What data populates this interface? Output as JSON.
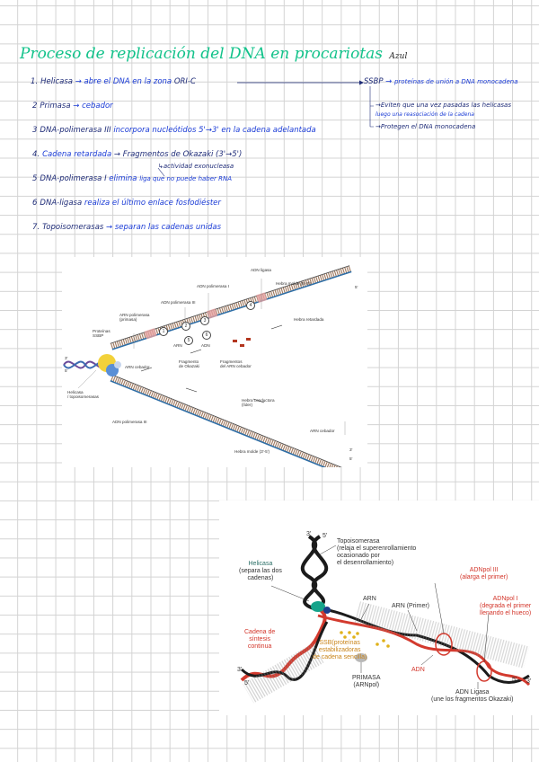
{
  "title": "Proceso de replicación del DNA en procariotas",
  "title_note": "Azul",
  "steps": [
    {
      "num": "1.",
      "term": "Helicasa",
      "desc": "abre el DNA en la zona",
      "extra": "ORI-C"
    },
    {
      "num": "2",
      "term": "Primasa",
      "desc": "cebador"
    },
    {
      "num": "3",
      "term": "DNA-polimerasa III",
      "desc": "incorpora nucleótidos 5'→3' en la cadena adelantada"
    },
    {
      "num": "4.",
      "term": "Cadena retardada",
      "desc": "Fragmentos de Okazaki (3'→5')"
    },
    {
      "num": "5",
      "term": "DNA-polimerasa I",
      "desc": "elimina",
      "extra": "liga que no puede haber RNA"
    },
    {
      "num": "6",
      "term": "DNA-ligasa",
      "desc": "realiza el último enlace fosfodiéster"
    },
    {
      "num": "7.",
      "term": "Topoisomerasas",
      "desc": "separan las cadenas unidas"
    }
  ],
  "step4_note": "actividad exonucleasa",
  "ssbp": {
    "term": "SSBP",
    "desc": "proteínas de unión a DNA monocadena",
    "note1": "Eviten que una vez pasadas las helicasas",
    "note2": "luego una reasociación de la cadena",
    "note3": "Protegen el DNA monocadena"
  },
  "fig1": {
    "labels": {
      "adn_ligasa": "ADN ligasa",
      "hebra_molde_top": "Hebra molde (5'-3')",
      "adn_pol_1": "ADN polimerasa I",
      "adn_pol_3_top": "ADN polimerasa III",
      "arn_pol": "ARN polimerasa",
      "primasa": "(primasa)",
      "hebra_retardada": "Hebra retardada",
      "proteinas": "Proteínas",
      "ssbp": "SSBP",
      "arn": "ARN",
      "adn": "ADN",
      "arn_cebador": "ARN cebador",
      "fragmento": "Fragmento",
      "de_okazaki": "de Okazaki",
      "fragmentos": "Fragmentos",
      "del_arn_cebador": "del ARN cebador",
      "helicasa": "Helicasa",
      "topoisomerasas": "/ topoisomerasas",
      "hebra_conductora": "Hebra conductora",
      "lider": "(líder)",
      "adn_pol_3_bottom": "ADN polimerasa III",
      "arn_cebador_bottom": "ARN cebador",
      "hebra_molde_bottom": "Hebra molde (3'-5')",
      "three_prime": "3'",
      "five_prime": "5'",
      "n1": "1",
      "n2": "2",
      "n3": "3",
      "n4": "4",
      "n5": "5",
      "n6": "6"
    }
  },
  "fig2": {
    "labels": {
      "topoisomerasa_1": "Topoisomerasa",
      "topoisomerasa_2": "(relaja el superenrollamiento",
      "topoisomerasa_3": "ocasionado por",
      "topoisomerasa_4": "el desenrollamiento)",
      "helicasa_1": "Helicasa",
      "helicasa_2": "(separa las dos",
      "helicasa_3": "cadenas)",
      "arn": "ARN",
      "arn_primer": "ARN (Primer)",
      "adnpol3_1": "ADNpol III",
      "adnpol3_2": "(alarga el primer)",
      "adnpol1_1": "ADNpol I",
      "adnpol1_2": "(degrada el primer",
      "adnpol1_3": "llenando el hueco)",
      "cadena_1": "Cadena de",
      "cadena_2": "síntesis",
      "cadena_3": "continua",
      "ssb_1": "SSB(proteínas",
      "ssb_2": "estabilizadoras",
      "ssb_3": "de cadena sencilla)",
      "primasa_1": "PRIMASA",
      "primasa_2": "(ARNpol)",
      "adn": "ADN",
      "ligasa_1": "ADN Ligasa",
      "ligasa_2": "(une los fragmentos Okazaki)",
      "three_prime": "3'",
      "five_prime": "5'"
    }
  }
}
